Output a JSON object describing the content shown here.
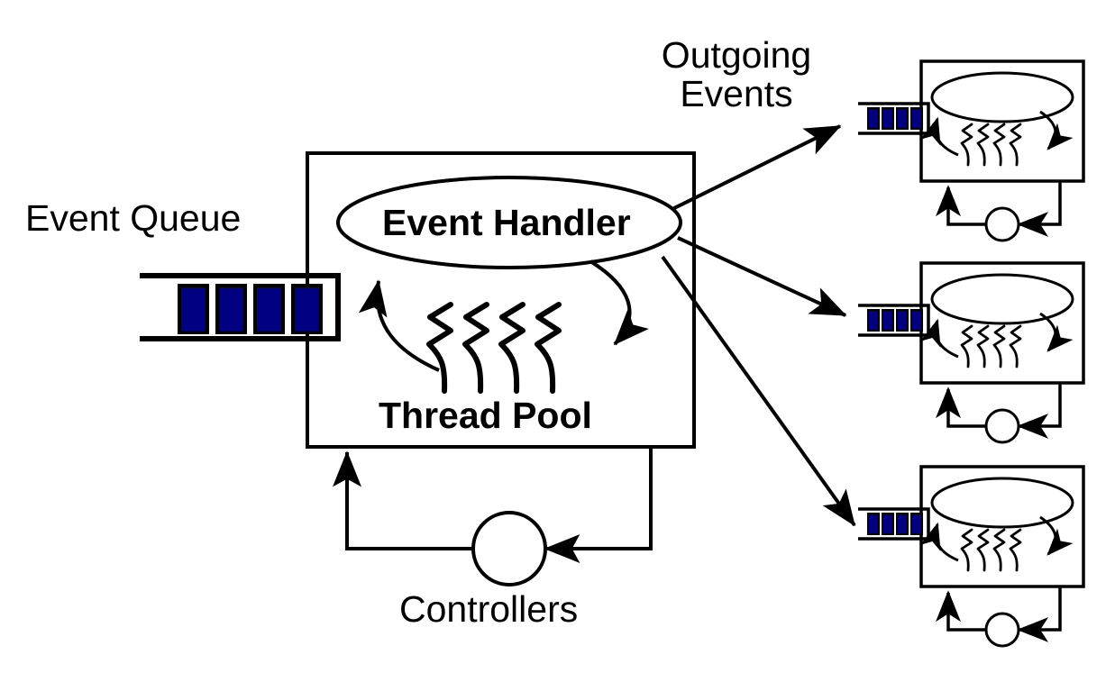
{
  "diagram": {
    "title": "Event Handler with Thread Pool and Outgoing Event Queues",
    "colors": {
      "stroke": "#000000",
      "background": "#ffffff",
      "event_block_fill": "#000080",
      "event_block_stroke": "#000000"
    },
    "labels": {
      "event_queue": "Event Queue",
      "outgoing_events_line1": "Outgoing",
      "outgoing_events_line2": "Events",
      "event_handler": "Event Handler",
      "thread_pool": "Thread Pool",
      "controllers": "Controllers"
    },
    "main_component": {
      "name": "Event Handler component",
      "handler_label": "Event Handler",
      "pool_label": "Thread Pool",
      "thread_count": 4,
      "input_queue": {
        "name": "Event Queue",
        "event_count": 4
      },
      "controller": {
        "label": "Controllers",
        "shape": "circle"
      }
    },
    "downstream_modules": [
      {
        "id": "module-1",
        "queue_event_count": 4,
        "thread_count": 4,
        "has_controller": true
      },
      {
        "id": "module-2",
        "queue_event_count": 4,
        "thread_count": 4,
        "has_controller": true
      },
      {
        "id": "module-3",
        "queue_event_count": 4,
        "thread_count": 4,
        "has_controller": true
      }
    ],
    "connections": [
      {
        "from": "event-queue",
        "to": "event-handler-box",
        "style": "queue-feed"
      },
      {
        "from": "event-handler",
        "to": "module-1-queue",
        "style": "arrow"
      },
      {
        "from": "event-handler",
        "to": "module-2-queue",
        "style": "arrow"
      },
      {
        "from": "event-handler",
        "to": "module-3-queue",
        "style": "arrow"
      },
      {
        "from": "event-handler-box",
        "to": "controller",
        "style": "feedback-loop"
      },
      {
        "from": "controller",
        "to": "event-handler-box",
        "style": "feedback-loop"
      }
    ]
  }
}
